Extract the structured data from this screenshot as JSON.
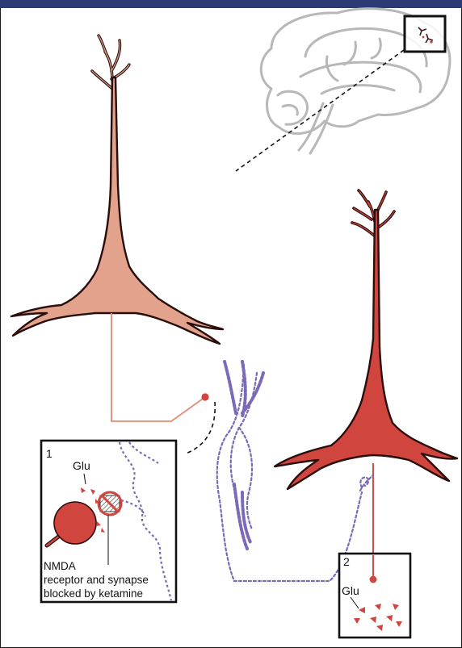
{
  "colors": {
    "header_bar": "#2a3a74",
    "neuron_inhibitory": "#e2a28c",
    "neuron_excitatory": "#d0453e",
    "axon_line": "#e68a72",
    "glutamate_axon": "#c93a33",
    "dashed_process": "#7b6ab8",
    "brain_outline": "#b8b8b8"
  },
  "icons": {
    "brain": "brain-sagittal-outline-icon",
    "blocked": "blocked-receptor-icon"
  },
  "inset_1": {
    "number": "1",
    "glu_label": "Glu",
    "caption_line1": "NMDA",
    "caption_line2": "receptor and synapse",
    "caption_line3": "blocked by ketamine"
  },
  "inset_2": {
    "number": "2",
    "glu_label": "Glu"
  }
}
